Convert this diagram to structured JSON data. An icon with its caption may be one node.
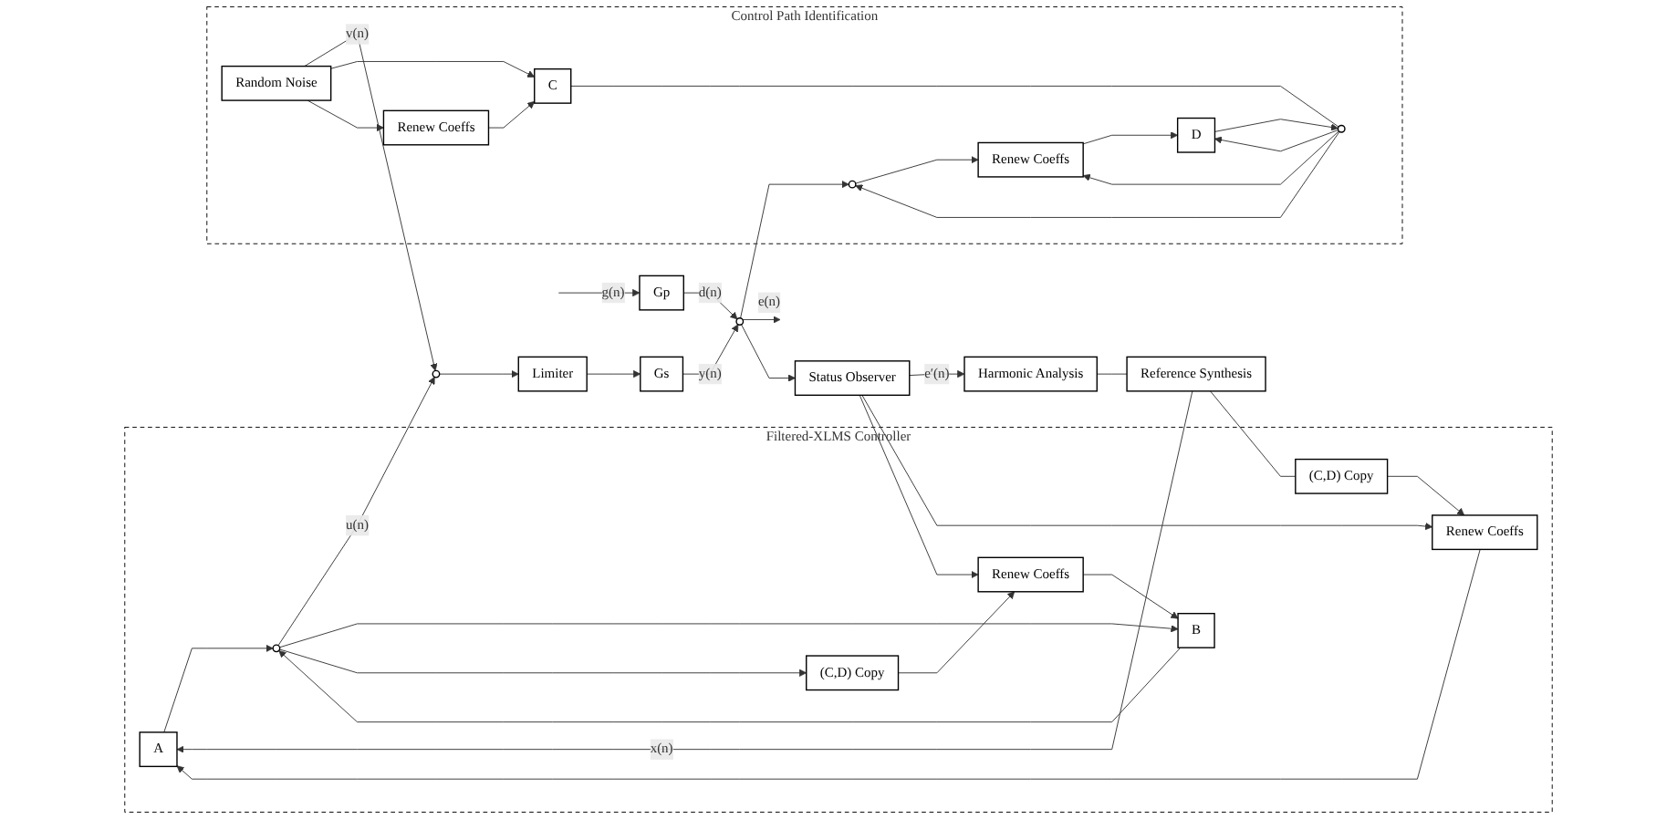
{
  "diagram": {
    "nodes": [
      {
        "text": [
          "Filtered-XLMS Controller"
        ]
      },
      {
        "text": [
          "A"
        ],
        "in": 0
      },
      {
        "text": [
          "(C,D) Copy"
        ],
        "in": 0
      },
      {
        "text": [
          "Renew Coeffs"
        ],
        "in": 0
      },
      {
        "text": [],
        "shape": "circle",
        "in": 0
      },
      {
        "text": [
          "B"
        ],
        "in": 0
      },
      {
        "text": [
          "(C,D) Copy"
        ],
        "in": 0
      },
      {
        "text": [
          "Renew Coeffs"
        ],
        "in": 0
      },
      {
        "text": [],
        "shape": "circle"
      },
      {
        "text": [
          "Limiter"
        ]
      },
      {
        "text": [
          "Gs"
        ]
      },
      {
        "text": [
          "Gp"
        ]
      },
      {
        "text": [],
        "shape": "circle"
      },
      {
        "text": [
          "Control Path Identification"
        ]
      },
      {
        "text": [
          "Random Noise"
        ],
        "in": 13
      },
      {
        "text": [
          "C"
        ],
        "in": 13
      },
      {
        "text": [
          "Renew Coeffs"
        ],
        "in": 13
      },
      {
        "text": [],
        "shape": "circle",
        "in": 13
      },
      {
        "text": [
          "D"
        ],
        "in": 13
      },
      {
        "text": [
          "Renew Coeffs"
        ],
        "in": 13
      },
      {
        "text": [],
        "shape": "circle",
        "in": 13
      },
      {
        "text": [
          "Status Observer"
        ]
      },
      {
        "text": [
          "Harmonic Analysis"
        ]
      },
      {
        "text": [
          "Reference Synthesis"
        ]
      }
    ],
    "edges": [
      {
        "from": 23,
        "to": 1,
        "arrow": "to",
        "label": "x(n)"
      },
      {
        "from": 23,
        "to": 2,
        "arrow": "none"
      },
      {
        "from": 2,
        "to": 3,
        "arrow": "to"
      },
      {
        "from": 3,
        "to": 1,
        "arrow": "to"
      },
      {
        "from": 1,
        "to": 4,
        "arrow": "to"
      },
      {
        "from": 4,
        "to": 8,
        "arrow": "to",
        "label": "u(n)"
      },
      {
        "from": 4,
        "to": 5,
        "arrow": "to"
      },
      {
        "from": 4,
        "to": 6,
        "arrow": "to"
      },
      {
        "from": 5,
        "to": 4,
        "arrow": "to"
      },
      {
        "from": 6,
        "to": 7,
        "arrow": "to"
      },
      {
        "from": 7,
        "to": 5,
        "arrow": "to"
      },
      {
        "from": 14,
        "to": 8,
        "arrow": "to",
        "label": "v(n)"
      },
      {
        "from": 8,
        "to": 9,
        "arrow": "to"
      },
      {
        "from": 9,
        "to": 10,
        "arrow": "to"
      },
      {
        "from": 10,
        "to": 12,
        "arrow": "to",
        "label": "y(n)"
      },
      {
        "from": null,
        "to": 11,
        "arrow": "to",
        "label": "g(n)"
      },
      {
        "from": 11,
        "to": 12,
        "arrow": "to",
        "label": "d(n)"
      },
      {
        "from": 12,
        "to": null,
        "arrow": "to",
        "label": "e(n)"
      },
      {
        "from": 12,
        "to": 21,
        "arrow": "to"
      },
      {
        "from": 12,
        "to": 20,
        "arrow": "to"
      },
      {
        "from": 14,
        "to": 15,
        "arrow": "to"
      },
      {
        "from": 14,
        "to": 16,
        "arrow": "to"
      },
      {
        "from": 16,
        "to": 15,
        "arrow": "to"
      },
      {
        "from": 15,
        "to": 17,
        "arrow": "none"
      },
      {
        "from": 18,
        "to": 17,
        "arrow": "to"
      },
      {
        "from": 17,
        "to": 20,
        "arrow": "to"
      },
      {
        "from": 17,
        "to": 18,
        "arrow": "to"
      },
      {
        "from": 17,
        "to": 19,
        "arrow": "to"
      },
      {
        "from": 19,
        "to": 18,
        "arrow": "to"
      },
      {
        "from": 20,
        "to": 19,
        "arrow": "to"
      },
      {
        "from": 21,
        "to": 22,
        "arrow": "to",
        "label": "e′(n)"
      },
      {
        "from": 21,
        "to": 3,
        "arrow": "to"
      },
      {
        "from": 21,
        "to": 7,
        "arrow": "to"
      },
      {
        "from": 22,
        "to": 23,
        "arrow": "none"
      }
    ]
  }
}
